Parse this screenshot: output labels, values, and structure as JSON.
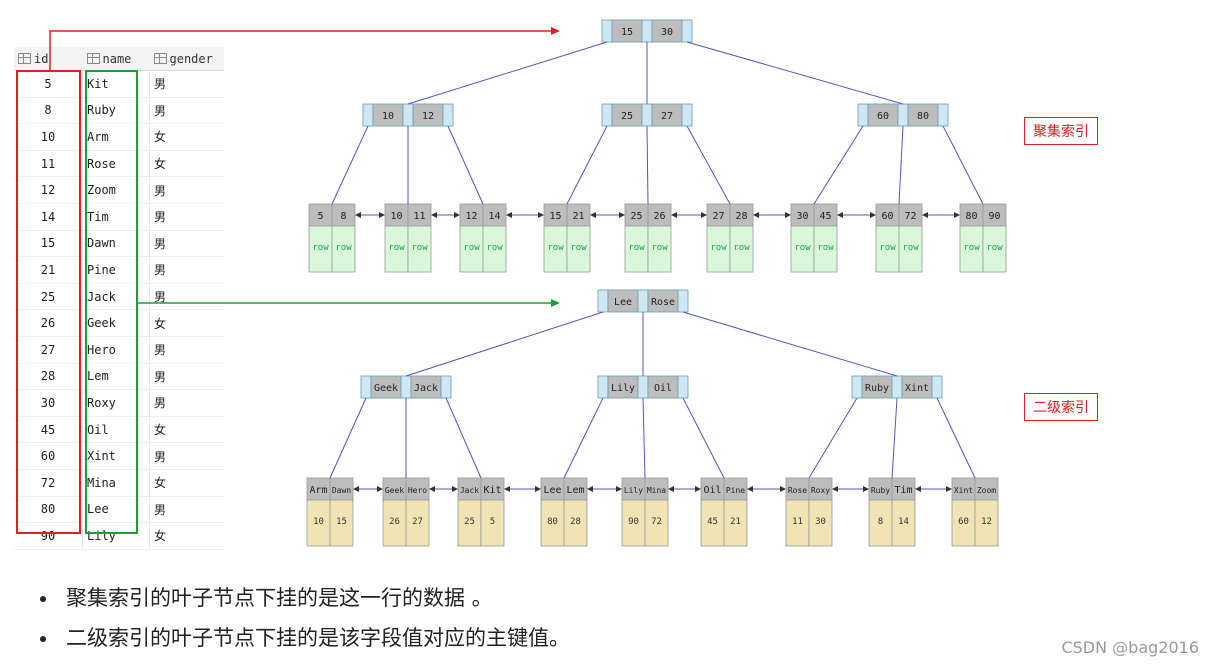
{
  "table": {
    "headers": [
      "id",
      "name",
      "gender"
    ],
    "rows": [
      [
        "5",
        "Kit",
        "男"
      ],
      [
        "8",
        "Ruby",
        "男"
      ],
      [
        "10",
        "Arm",
        "女"
      ],
      [
        "11",
        "Rose",
        "女"
      ],
      [
        "12",
        "Zoom",
        "男"
      ],
      [
        "14",
        "Tim",
        "男"
      ],
      [
        "15",
        "Dawn",
        "男"
      ],
      [
        "21",
        "Pine",
        "男"
      ],
      [
        "25",
        "Jack",
        "男"
      ],
      [
        "26",
        "Geek",
        "女"
      ],
      [
        "27",
        "Hero",
        "男"
      ],
      [
        "28",
        "Lem",
        "男"
      ],
      [
        "30",
        "Roxy",
        "男"
      ],
      [
        "45",
        "Oil",
        "女"
      ],
      [
        "60",
        "Xint",
        "男"
      ],
      [
        "72",
        "Mina",
        "女"
      ],
      [
        "80",
        "Lee",
        "男"
      ],
      [
        "90",
        "Lily",
        "女"
      ]
    ]
  },
  "clustered": {
    "tag": "聚集索引",
    "root": [
      "15",
      "30"
    ],
    "internal": [
      [
        "10",
        "12"
      ],
      [
        "25",
        "27"
      ],
      [
        "60",
        "80"
      ]
    ],
    "leaves": [
      [
        "5",
        "8"
      ],
      [
        "10",
        "11"
      ],
      [
        "12",
        "14"
      ],
      [
        "15",
        "21"
      ],
      [
        "25",
        "26"
      ],
      [
        "27",
        "28"
      ],
      [
        "30",
        "45"
      ],
      [
        "60",
        "72"
      ],
      [
        "80",
        "90"
      ]
    ],
    "row_label": "row"
  },
  "secondary": {
    "tag": "二级索引",
    "root": [
      "Lee",
      "Rose"
    ],
    "internal": [
      [
        "Geek",
        "Jack"
      ],
      [
        "Lily",
        "Oil"
      ],
      [
        "Ruby",
        "Xint"
      ]
    ],
    "leaves": [
      {
        "keys": [
          "Arm",
          "Dawn"
        ],
        "vals": [
          "10",
          "15"
        ]
      },
      {
        "keys": [
          "Geek",
          "Hero"
        ],
        "vals": [
          "26",
          "27"
        ]
      },
      {
        "keys": [
          "Jack",
          "Kit"
        ],
        "vals": [
          "25",
          "5"
        ]
      },
      {
        "keys": [
          "Lee",
          "Lem"
        ],
        "vals": [
          "80",
          "28"
        ]
      },
      {
        "keys": [
          "Lily",
          "Mina"
        ],
        "vals": [
          "90",
          "72"
        ]
      },
      {
        "keys": [
          "Oil",
          "Pine"
        ],
        "vals": [
          "45",
          "21"
        ]
      },
      {
        "keys": [
          "Rose",
          "Roxy"
        ],
        "vals": [
          "11",
          "30"
        ]
      },
      {
        "keys": [
          "Ruby",
          "Tim"
        ],
        "vals": [
          "8",
          "14"
        ]
      },
      {
        "keys": [
          "Xint",
          "Zoom"
        ],
        "vals": [
          "60",
          "12"
        ]
      }
    ]
  },
  "bullets": [
    "聚集索引的叶子节点下挂的是这一行的数据 。",
    "二级索引的叶子节点下挂的是该字段值对应的主键值。"
  ],
  "watermark": "CSDN @bag2016",
  "colors": {
    "node_gray": "#bdbdbd",
    "node_pointer": "#cde8f2",
    "leaf_row": "#d9f7d9",
    "leaf_val": "#f1e4b4",
    "edge": "#5555bb",
    "red": "#e02020",
    "green": "#1aa03a"
  }
}
